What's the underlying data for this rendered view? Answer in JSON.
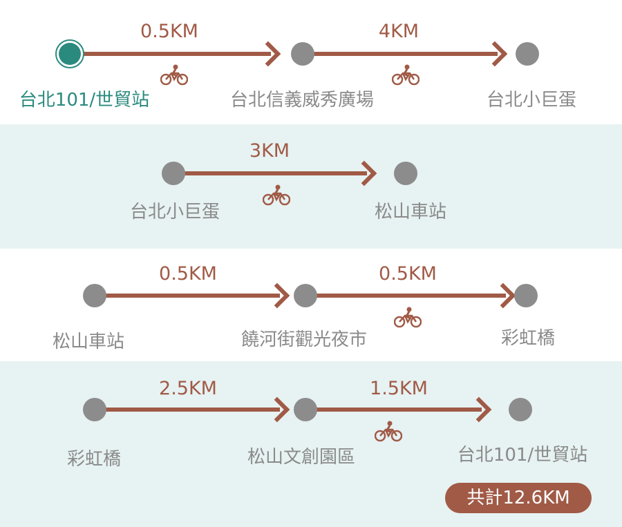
{
  "rows": [
    {
      "stations": [
        "台北101/世貿站",
        "台北信義威秀廣場",
        "台北小巨蛋"
      ],
      "distances": [
        "0.5KM",
        "4KM"
      ]
    },
    {
      "stations": [
        "台北小巨蛋",
        "松山車站"
      ],
      "distances": [
        "3KM"
      ]
    },
    {
      "stations": [
        "松山車站",
        "饒河街觀光夜市",
        "彩虹橋"
      ],
      "distances": [
        "0.5KM",
        "0.5KM"
      ]
    },
    {
      "stations": [
        "彩虹橋",
        "松山文創園區",
        "台北101/世貿站"
      ],
      "distances": [
        "2.5KM",
        "1.5KM"
      ]
    }
  ],
  "total": "共計12.6KM",
  "icons": {
    "bike": "bicycle-icon"
  },
  "colors": {
    "route": "#a05a46",
    "start": "#2b8a7e",
    "node": "#8c8c8c",
    "band": "#e7f2f2"
  }
}
